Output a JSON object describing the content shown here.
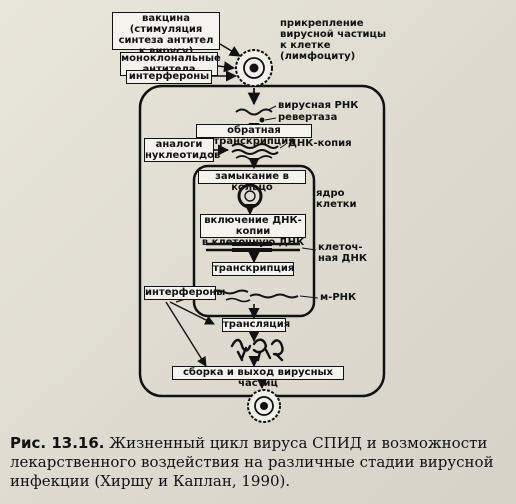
{
  "labels": {
    "vaccine": "вакцина (стимуляция\nсинтеза антител\nк вирусу)",
    "monoclonal": "моноклональные\nантитела",
    "interferons_top": "интерфероны",
    "attachment": "прикрепление\nвирусной частицы\nк клетке\n(лимфоциту)",
    "viral_rna": "вирусная РНК",
    "revertase": "ревертаза",
    "reverse_transcription": "обратная транскрипция",
    "nucleotide_analogs": "аналоги\nнуклеотидов",
    "dna_copy": "ДНК-копия",
    "ring_closure": "замыкание в кольцо",
    "nucleus": "ядро\nклетки",
    "integration": "включение ДНК-копии\nв клеточную ДНК",
    "cellular_dna": "клеточ-\nная ДНК",
    "transcription": "транскрипция",
    "interferons_mid": "интерфероны",
    "mrna": "м-РНК",
    "translation": "трансляция",
    "assembly": "сборка и выход вирусных частиц"
  },
  "caption": {
    "figure_number": "Рис. 13.16.",
    "text": "Жизненный цикл вируса СПИД и возможности лекарственного воздействия на различные стадии вирусной инфекции (Хиршу и Каплан, 1990)."
  },
  "colors": {
    "ink": "#111111",
    "paper": "#e4e0d6"
  }
}
